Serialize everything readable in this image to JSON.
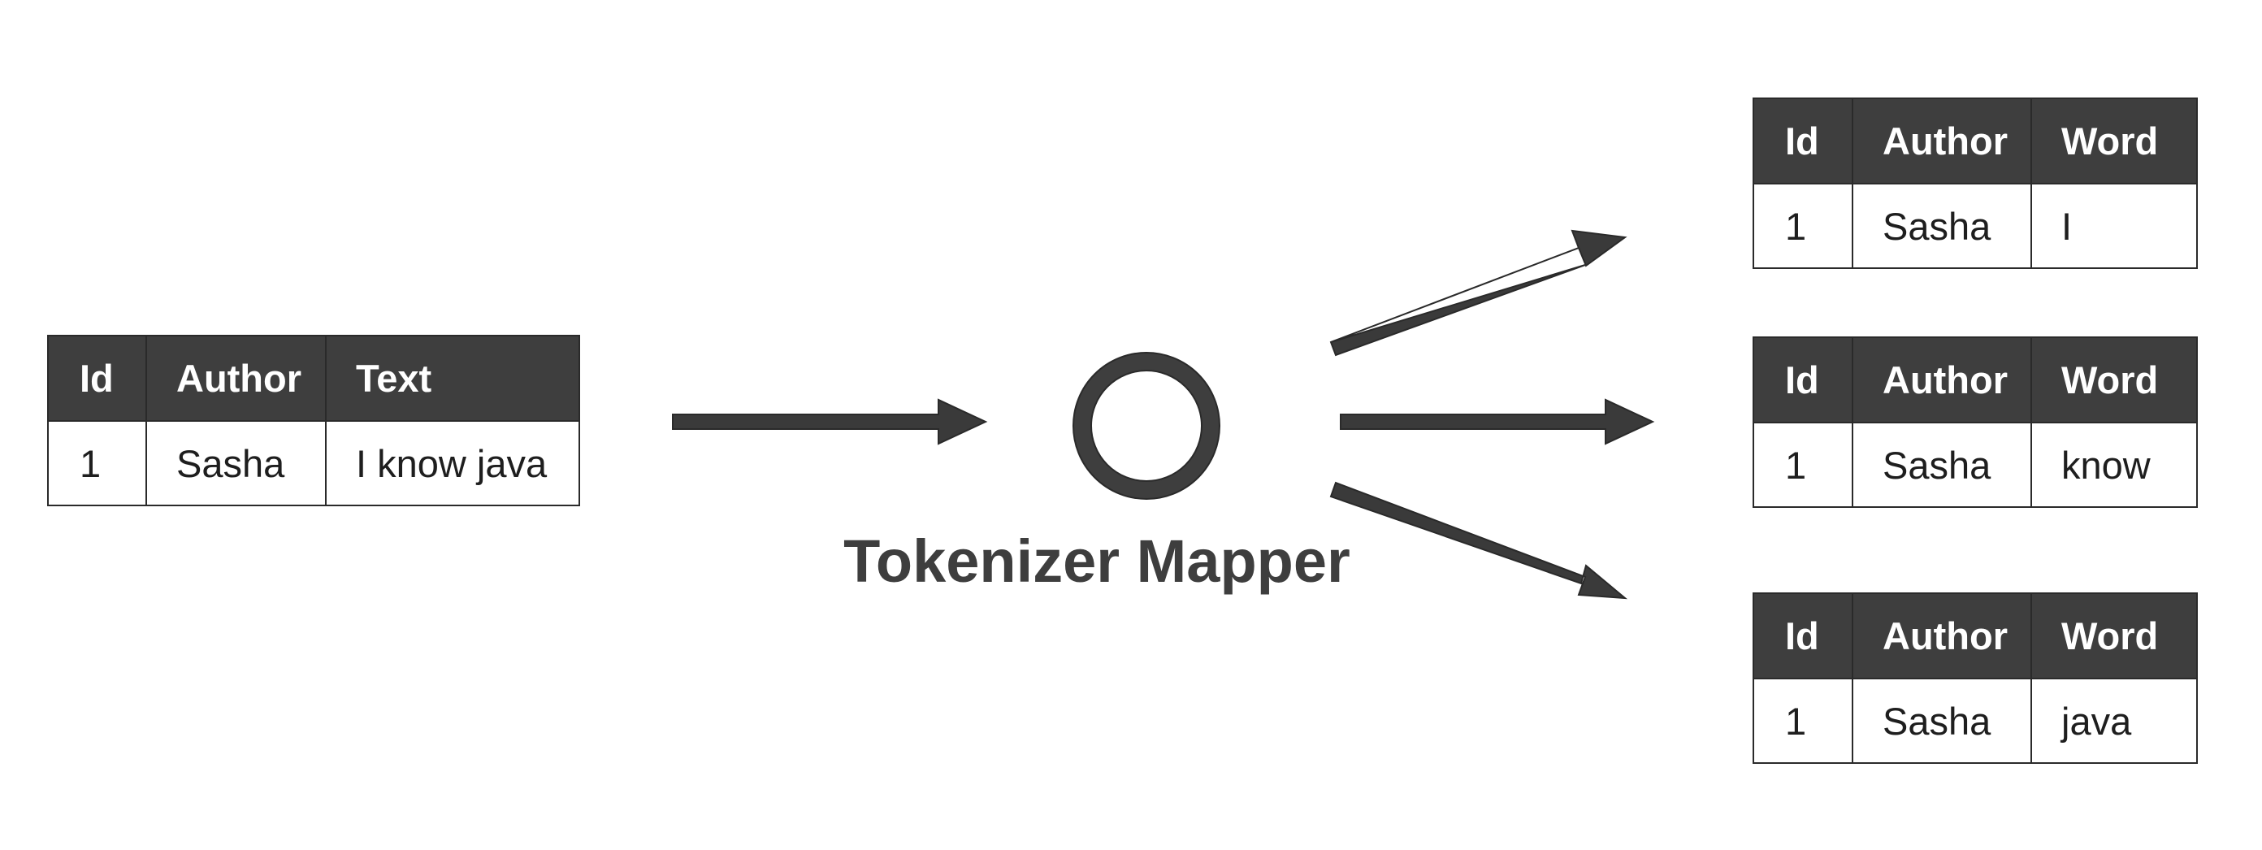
{
  "colors": {
    "header_bg": "#3e3e3e",
    "header_text": "#ffffff",
    "cell_text": "#1e1e1e",
    "border": "#2a2a2a",
    "arrow": "#3a3a3a",
    "mapper_ring": "#3e3e3e",
    "label": "#3e3e3e"
  },
  "input_table": {
    "headers": [
      "Id",
      "Author",
      "Text"
    ],
    "row": [
      "1",
      "Sasha",
      "I know java"
    ]
  },
  "mapper": {
    "label": "Tokenizer Mapper",
    "icon": "circle-ring-icon"
  },
  "output_tables": [
    {
      "headers": [
        "Id",
        "Author",
        "Word"
      ],
      "row": [
        "1",
        "Sasha",
        "I"
      ]
    },
    {
      "headers": [
        "Id",
        "Author",
        "Word"
      ],
      "row": [
        "1",
        "Sasha",
        "know"
      ]
    },
    {
      "headers": [
        "Id",
        "Author",
        "Word"
      ],
      "row": [
        "1",
        "Sasha",
        "java"
      ]
    }
  ],
  "arrows": [
    "arrow-right-icon",
    "arrow-up-right-icon",
    "arrow-right-icon",
    "arrow-down-right-icon"
  ]
}
